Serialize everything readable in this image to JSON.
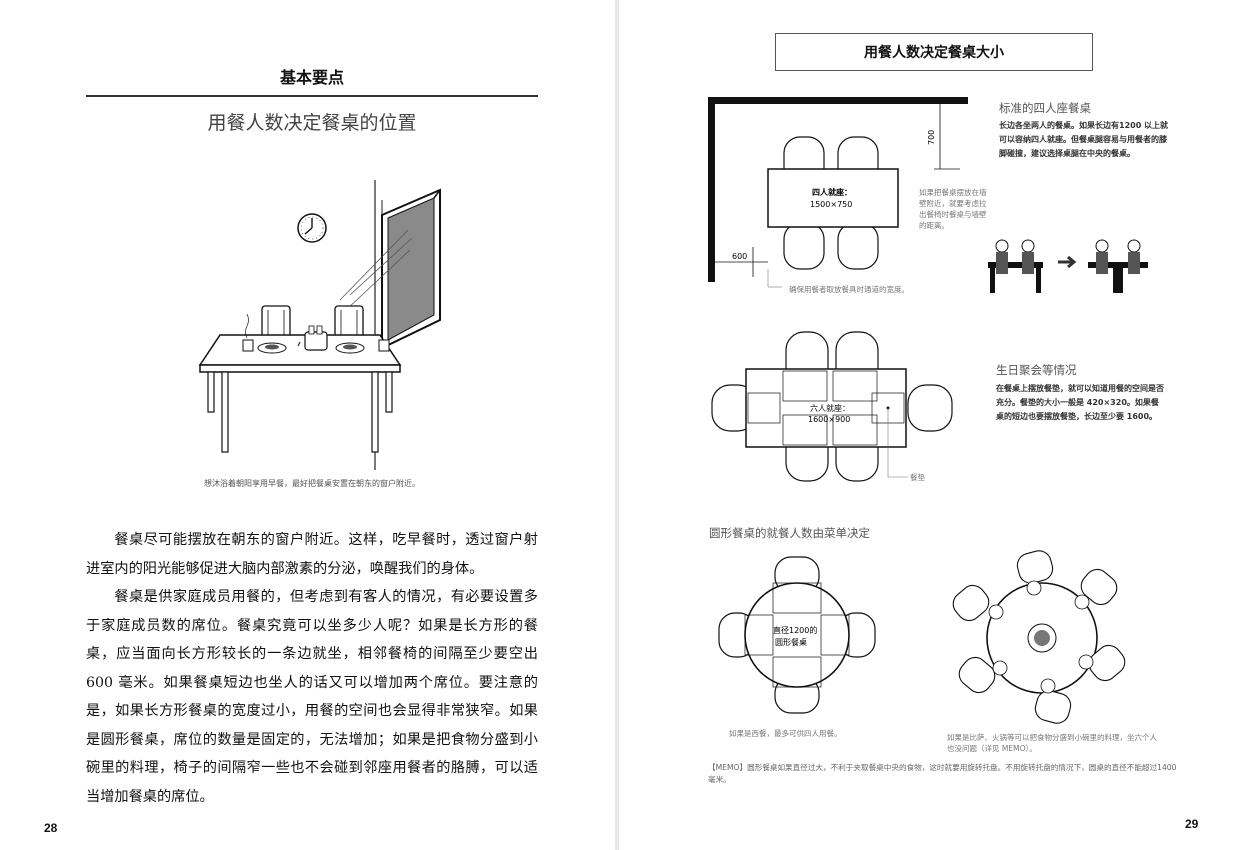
{
  "left_page": {
    "section_title": "基本要点",
    "main_title": "用餐人数决定餐桌的位置",
    "caption": "想沐浴着朝阳享用早餐，最好把餐桌安置在朝东的窗户附近。",
    "paragraphs": [
      "餐桌尽可能摆放在朝东的窗户附近。这样，吃早餐时，透过窗户射进室内的阳光能够促进大脑内部激素的分泌，唤醒我们的身体。",
      "餐桌是供家庭成员用餐的，但考虑到有客人的情况，有必要设置多于家庭成员数的席位。餐桌究竟可以坐多少人呢？如果是长方形的餐桌，应当面向长方形较长的一条边就坐，相邻餐椅的间隔至少要空出 600 毫米。如果餐桌短边也坐人的话又可以增加两个席位。要注意的是，如果长方形餐桌的宽度过小，用餐的空间也会显得非常狭窄。如果是圆形餐桌，席位的数量是固定的，无法增加；如果是把食物分盛到小碗里的料理，椅子的间隔窄一些也不会碰到邻座用餐者的胳膊，可以适当增加餐桌的席位。"
    ],
    "page_number": "28"
  },
  "right_page": {
    "header": "用餐人数决定餐桌大小",
    "four_seat": {
      "title": "标准的四人座餐桌",
      "desc": "长边各坐两人的餐桌。如果长边有1200 以上就可以容纳四人就座。但餐桌腿容易与用餐者的膝脚碰撞，建议选择桌腿在中央的餐桌。",
      "table_label_1": "四人就座：",
      "table_label_2": "1500×750",
      "dim_700": "700",
      "dim_600": "600",
      "wall_note": "如果把餐桌摆放在墙壁附近，就要考虑拉出餐椅时餐桌与墙壁的距离。",
      "passage_note": "确保用餐者取放餐具时通道的宽度。"
    },
    "six_seat": {
      "title": "生日聚会等情况",
      "desc": "在餐桌上摆放餐垫，就可以知道用餐的空间是否充分。餐垫的大小一般是 420×320。如果餐桌的短边也要摆放餐垫，长边至少要 1600。",
      "table_label_1": "六人就座：",
      "table_label_2": "1600×900",
      "placemat_label": "餐垫"
    },
    "round": {
      "title": "圆形餐桌的就餐人数由菜单决定",
      "table_label_1": "直径1200的",
      "table_label_2": "圆形餐桌",
      "caption_left": "如果是西餐，最多可供四人用餐。",
      "caption_right": "如果是比萨、火锅等可以把食物分盛到小碗里的料理，坐六个人也没问题（详见 MEMO）。"
    },
    "memo": "【MEMO】圆形餐桌如果直径过大，不利于夹取餐桌中央的食物，这时就要用旋转托盘。不用旋转托盘的情况下，圆桌的直径不能超过1400毫米。",
    "page_number": "29"
  }
}
